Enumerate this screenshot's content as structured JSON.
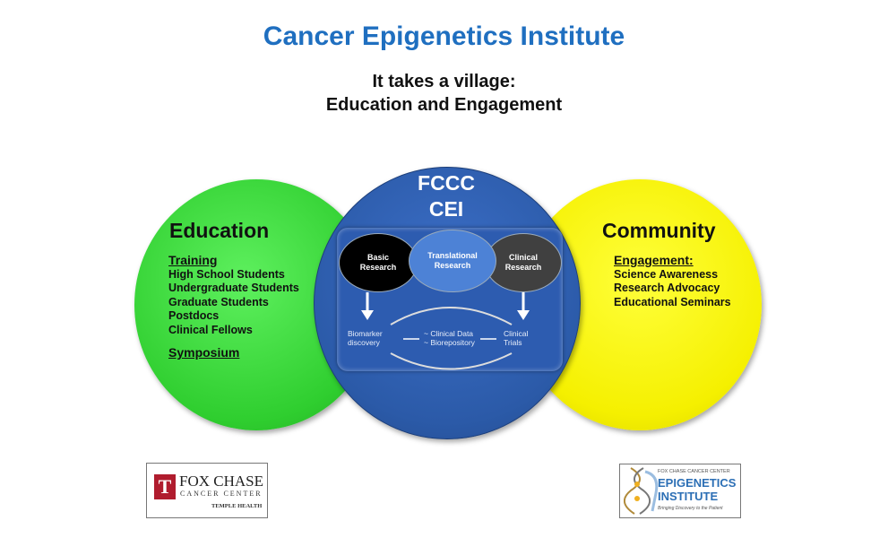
{
  "title": "Cancer Epigenetics Institute",
  "subtitle": [
    "It takes a village:",
    "Education and Engagement"
  ],
  "education": {
    "heading": "Education",
    "section": "Training",
    "items": [
      "High School Students",
      "Undergraduate Students",
      "Graduate Students",
      "Postdocs",
      "Clinical Fellows"
    ],
    "symposium": "Symposium"
  },
  "center": {
    "line1": "FCCC",
    "line2": "CEI",
    "basic": [
      "Basic",
      "Research"
    ],
    "translational": [
      "Translational",
      "Research"
    ],
    "clinical": [
      "Clinical",
      "Research"
    ],
    "biomarker": [
      "Biomarker",
      "discovery"
    ],
    "data": [
      "~ Clinical Data",
      "~ Biorepository"
    ],
    "trials": [
      "Clinical",
      "Trials"
    ]
  },
  "community": {
    "heading": "Community",
    "section": "Engagement:",
    "items": [
      "Science Awareness",
      "Research Advocacy",
      "Educational Seminars"
    ]
  },
  "logos": {
    "fox_chase": [
      "FOX CHASE",
      "CANCER CENTER",
      "TEMPLE HEALTH"
    ],
    "epigenetics": [
      "FOX CHASE CANCER CENTER",
      "EPIGENETICS",
      "INSTITUTE",
      "Bringing Discovery to the Patient"
    ]
  }
}
